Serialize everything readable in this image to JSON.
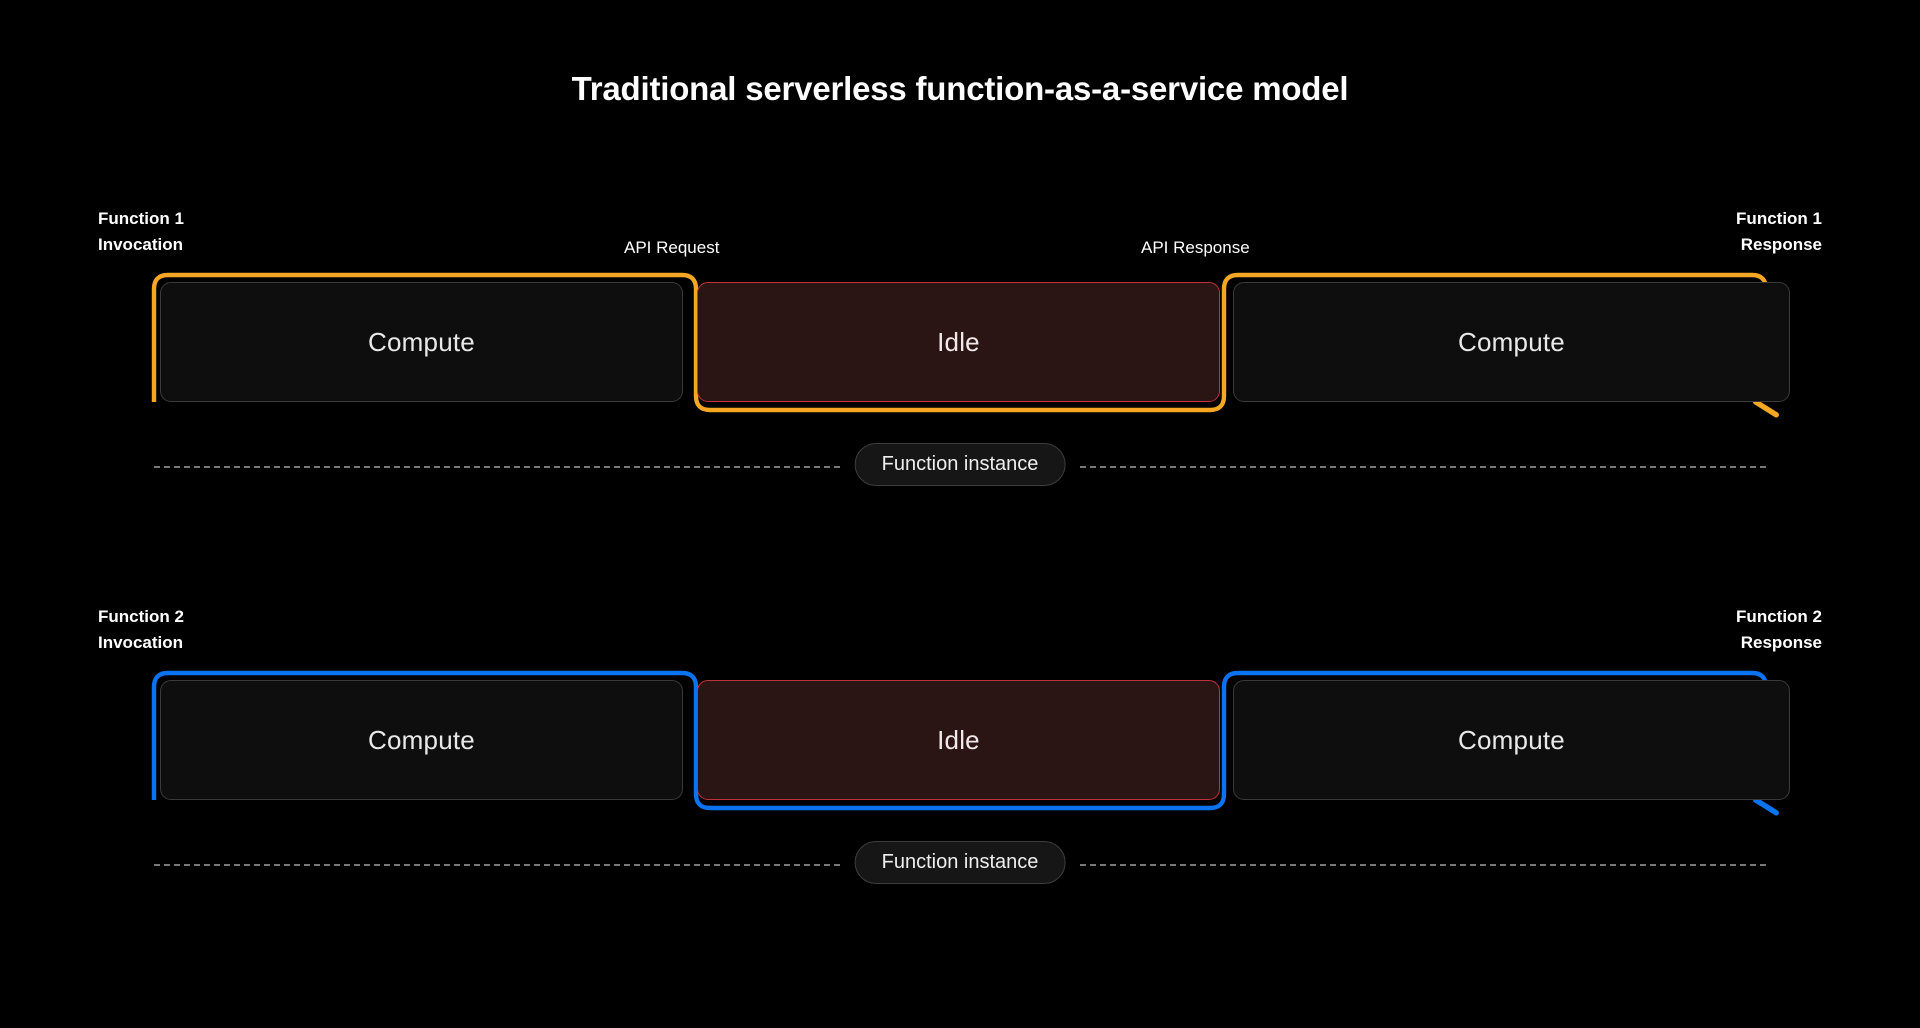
{
  "page": {
    "background": "#000000",
    "title": "Traditional serverless function-as-a-service model"
  },
  "colors": {
    "accent_row1": "#F5A623",
    "accent_row2": "#0A74F0",
    "compute_fill": "#0e0e0e",
    "compute_border": "#3a3a3a",
    "idle_fill": "#2b1414",
    "idle_border": "#c0333a",
    "dashed_line": "#787878",
    "pill_fill": "#161616",
    "pill_border": "#3d3d3d",
    "text": "#ffffff"
  },
  "rows": [
    {
      "id": "function-1",
      "accent": "#F5A623",
      "start_label": "Function 1\nInvocation",
      "end_label": "Function 1\nResponse",
      "mid_label_left": "API Request",
      "mid_label_right": "API Response",
      "segments": [
        {
          "kind": "compute",
          "label": "Compute"
        },
        {
          "kind": "idle",
          "label": "Idle"
        },
        {
          "kind": "compute",
          "label": "Compute"
        }
      ],
      "instance_label": "Function instance"
    },
    {
      "id": "function-2",
      "accent": "#0A74F0",
      "start_label": "Function 2\nInvocation",
      "end_label": "Function 2\nResponse",
      "mid_label_left": "",
      "mid_label_right": "",
      "segments": [
        {
          "kind": "compute",
          "label": "Compute"
        },
        {
          "kind": "idle",
          "label": "Idle"
        },
        {
          "kind": "compute",
          "label": "Compute"
        }
      ],
      "instance_label": "Function instance"
    }
  ]
}
